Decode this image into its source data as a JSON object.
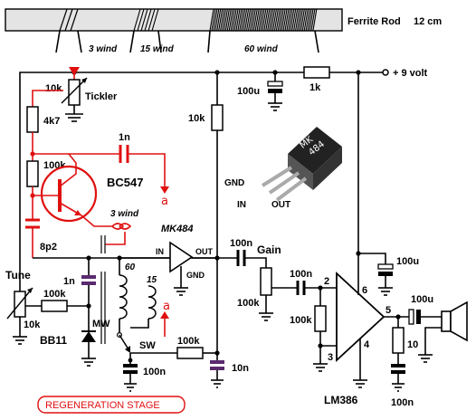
{
  "colors": {
    "wire": "#000000",
    "regen": "#e01010",
    "capacitor_purple": "#5a2a6e",
    "rod_fill": "#e4e4e4",
    "ic_body": "#ffffff",
    "stage_label": "#e01010"
  },
  "ferrite_rod": {
    "label": "Ferrite Rod",
    "length": "12 cm",
    "windings": [
      "3 wind",
      "15 wind",
      "60 wind"
    ]
  },
  "power": {
    "supply": "+ 9 volt",
    "supply_cap": "100u",
    "supply_res": "1k"
  },
  "regen_stage": {
    "tickler_pot_value": "10k",
    "tickler_label": "Tickler",
    "r_4k7": "4k7",
    "c_1n": "1n",
    "r_100k": "100k",
    "transistor": "BC547",
    "feedback_coil": "3 wind",
    "point_a": "a",
    "c_8p2": "8p2",
    "tune_label": "Tune",
    "tune_pot": "10k",
    "tune_res": "100k",
    "varicap_cap": "1n",
    "varicap": "BB11",
    "coil_60": "60",
    "coil_15": "15",
    "mw_label": "MW",
    "sw_label": "SW",
    "sw_res": "100k",
    "sw_cap": "100n",
    "stage_title": "REGENERATION  STAGE"
  },
  "detector": {
    "ic": "MK484",
    "pin_in": "IN",
    "pin_out": "OUT",
    "pin_gnd": "GND",
    "load_res": "10k",
    "decoupling_cap": "10n",
    "package_text": "MK\n484",
    "package_pins": [
      "GND",
      "IN",
      "OUT"
    ]
  },
  "amplifier": {
    "coupling_cap": "100n",
    "gain_label": "Gain",
    "gain_pot": "100k",
    "input_cap": "100n",
    "input_res": "100k",
    "ic": "LM386",
    "pin2": "2",
    "pin3": "3",
    "pin4": "4",
    "pin5": "5",
    "pin6": "6",
    "supply_cap": "100u",
    "output_cap": "100u",
    "zobel_res": "10",
    "zobel_cap": "100n"
  }
}
